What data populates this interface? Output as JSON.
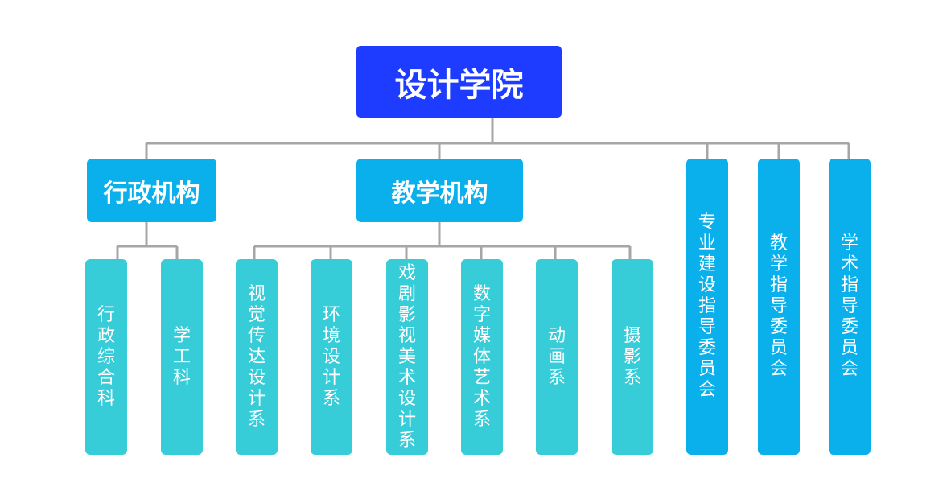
{
  "root": {
    "label": "设计学院",
    "color": "#1e3cff"
  },
  "level1": {
    "admin": {
      "label": "行政机构"
    },
    "teaching": {
      "label": "教学机构"
    },
    "color": "#0ab0ec"
  },
  "admin_units": [
    {
      "label": "行政综合科"
    },
    {
      "label": "学工科"
    }
  ],
  "teaching_units": [
    {
      "label": "视觉传达设计系"
    },
    {
      "label": "环境设计系"
    },
    {
      "label": "戏剧影视美术设计系"
    },
    {
      "label": "数字媒体艺术系"
    },
    {
      "label": "动画系"
    },
    {
      "label": "摄影系"
    }
  ],
  "committees": [
    {
      "label": "专业建设指导委员会"
    },
    {
      "label": "教学指导委员会"
    },
    {
      "label": "学术指导委员会"
    }
  ],
  "colors": {
    "connector": "#a6a6a6",
    "department": "#36ccd8"
  }
}
